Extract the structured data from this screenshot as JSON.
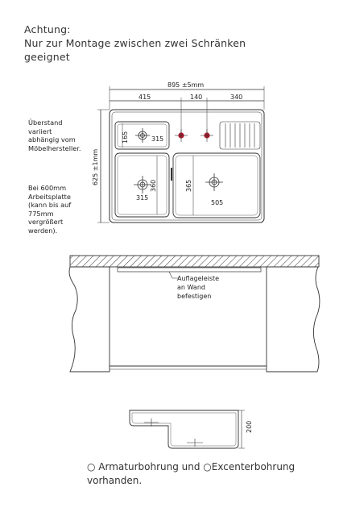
{
  "title": {
    "line1": "Achtung:",
    "line2": "Nur zur Montage zwischen zwei Schränken",
    "line3": "geeignet"
  },
  "notes": {
    "overhang": [
      "Überstand",
      "variiert",
      "abhängig vom",
      "Möbelhersteller."
    ],
    "worktop": [
      "Bei 600mm",
      "Arbeitsplatte",
      "(kann bis auf",
      "775mm",
      "vergrößert",
      "werden)."
    ]
  },
  "dimensions": {
    "total_width": "895 ±5mm",
    "left_width": "415",
    "middle_width": "140",
    "right_width": "340",
    "total_depth": "625 ±1mm",
    "small_bowl_height": "165",
    "small_bowl_width": "315",
    "left_bowl_height": "360",
    "left_bowl_width": "315",
    "right_bowl_height": "365",
    "right_bowl_width": "505",
    "bowl_depth": "200"
  },
  "mounting_label": [
    "Auflageleiste",
    "an Wand",
    "befestigen"
  ],
  "legend": {
    "line1": "○ Armaturbohrung und ○Excenterbohrung",
    "line2": "vorhanden."
  },
  "colors": {
    "line": "#333333",
    "drill_hole": "#b0182a",
    "hatch": "#444444"
  }
}
